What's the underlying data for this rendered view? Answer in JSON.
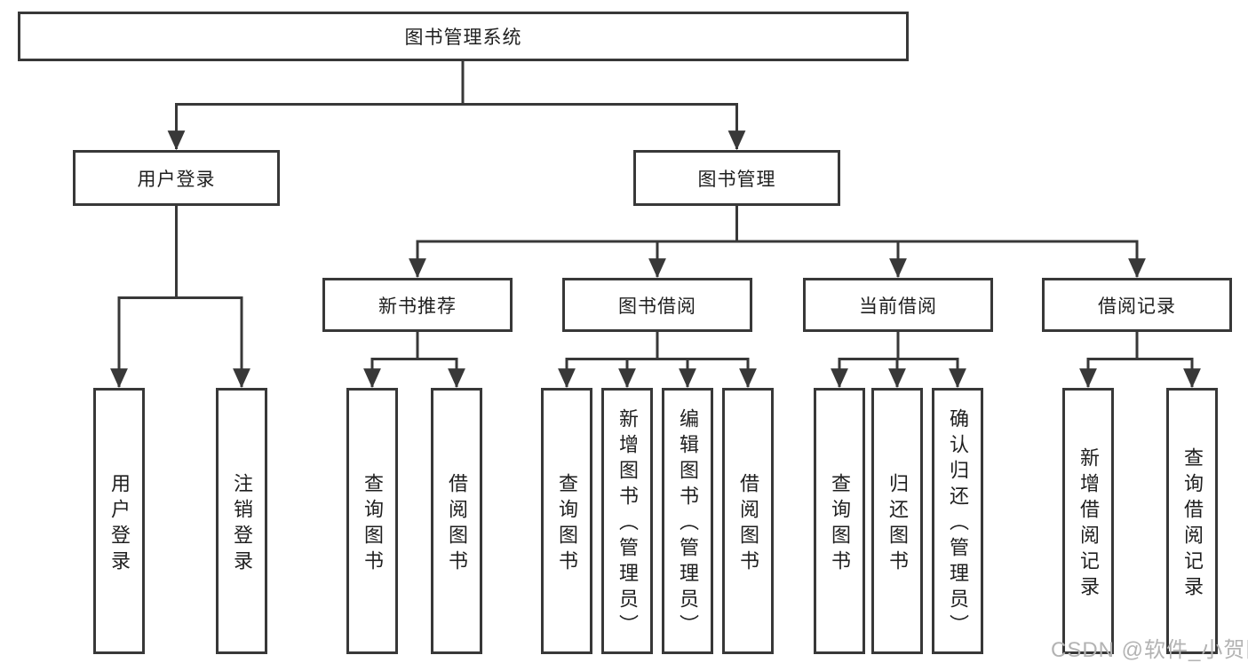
{
  "tree": {
    "label": "图书管理系统",
    "children": [
      {
        "label": "用户登录",
        "children": [
          {
            "label": "用户登录"
          },
          {
            "label": "注销登录"
          }
        ]
      },
      {
        "label": "图书管理",
        "children": [
          {
            "label": "新书推荐",
            "children": [
              {
                "label": "查询图书"
              },
              {
                "label": "借阅图书"
              }
            ]
          },
          {
            "label": "图书借阅",
            "children": [
              {
                "label": "查询图书"
              },
              {
                "label": "新增图书（管理员）"
              },
              {
                "label": "编辑图书（管理员）"
              },
              {
                "label": "借阅图书"
              }
            ]
          },
          {
            "label": "当前借阅",
            "children": [
              {
                "label": "查询图书"
              },
              {
                "label": "归还图书"
              },
              {
                "label": "确认归还（管理员）"
              }
            ]
          },
          {
            "label": "借阅记录",
            "children": [
              {
                "label": "新增借阅记录"
              },
              {
                "label": "查询借阅记录"
              }
            ]
          }
        ]
      }
    ]
  },
  "watermark": {
    "text": "CSDN @软件_小贺同学"
  },
  "colors": {
    "line": "#383838",
    "text": "#1f1f1f",
    "background": "#ffffff",
    "watermark": "#b3b3b3"
  }
}
